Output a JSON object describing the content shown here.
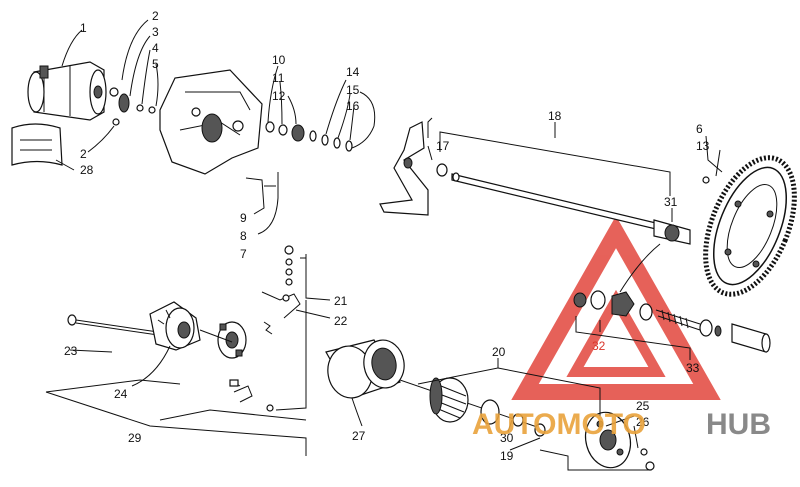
{
  "labels": {
    "l1": "1",
    "l2a": "2",
    "l2b": "2",
    "l3": "3",
    "l4": "4",
    "l5": "5",
    "l6": "6",
    "l7": "7",
    "l8": "8",
    "l9": "9",
    "l10": "10",
    "l11": "11",
    "l12": "12",
    "l13": "13",
    "l14": "14",
    "l15": "15",
    "l16": "16",
    "l17": "17",
    "l18": "18",
    "l19": "19",
    "l20": "20",
    "l21": "21",
    "l22": "22",
    "l23": "23",
    "l24": "24",
    "l25": "25",
    "l26": "26",
    "l27": "27",
    "l28": "28",
    "l29": "29",
    "l30": "30",
    "l31": "31",
    "l32": "32",
    "l33": "33"
  },
  "watermark": {
    "part_a": "AUTOMOTO",
    "part_b": "HUB"
  },
  "colors": {
    "watermark_red": "#e2463d",
    "watermark_orange": "#e9a23b",
    "watermark_gray": "#7d7d7d",
    "line": "#111111"
  }
}
